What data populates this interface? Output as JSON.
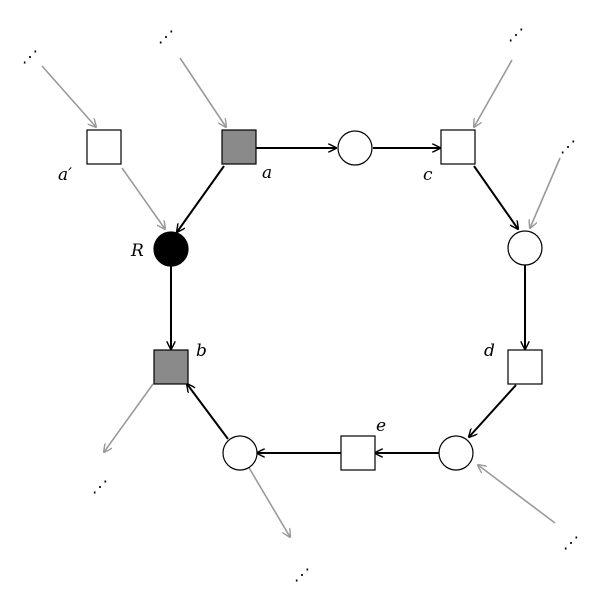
{
  "labels": {
    "a_prime": "a′",
    "a": "a",
    "c": "c",
    "R": "R",
    "b": "b",
    "d": "d",
    "e": "e"
  },
  "colors": {
    "white_node": "#ffffff",
    "gray_node": "#8a8a8a",
    "black_node": "#000000",
    "main_edge": "#000000",
    "input_edge": "#9a9a9a"
  },
  "ellipsis": "⋰"
}
